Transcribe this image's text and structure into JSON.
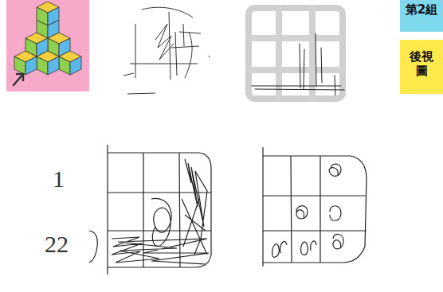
{
  "diagram": {
    "nodes": [
      {
        "text": [
          "第2組"
        ]
      },
      {
        "text": [
          "後視圖"
        ]
      }
    ],
    "labels": [
      "1",
      "22"
    ]
  }
}
